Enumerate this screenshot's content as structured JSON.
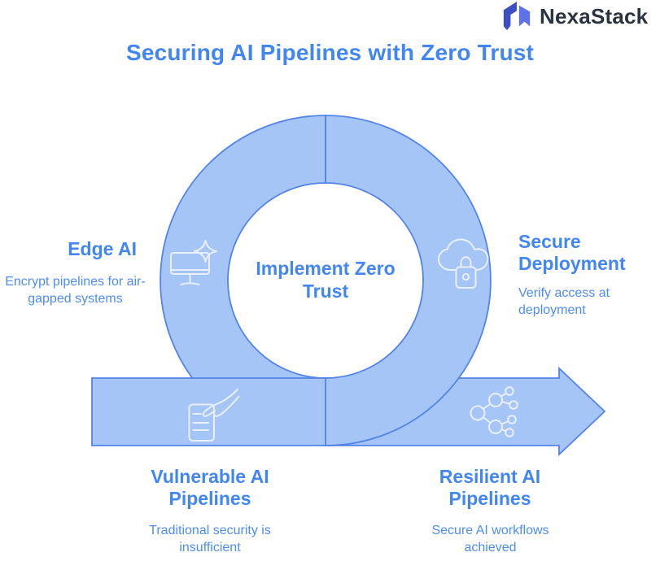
{
  "brand": {
    "name": "NexaStack"
  },
  "title": "Securing AI Pipelines with Zero Trust",
  "center_label": "Implement Zero Trust",
  "stages": [
    {
      "label": "Edge AI",
      "description": "Encrypt pipelines for air-gapped systems",
      "icon": "monitor-sparkle-icon"
    },
    {
      "label": "Secure Deployment",
      "description": "Verify access at deployment",
      "icon": "cloud-lock-icon"
    },
    {
      "label": "Vulnerable AI Pipelines",
      "description": "Traditional security is insufficient",
      "icon": "document-hand-icon"
    },
    {
      "label": "Resilient AI Pipelines",
      "description": "Secure AI workflows achieved",
      "icon": "network-nodes-icon"
    }
  ],
  "colors": {
    "accent": "#4285f4",
    "subtitle": "#4d8df6",
    "shape_fill": "#a6c5f7",
    "shape_stroke": "#5385e8",
    "icon_stroke": "#e9f0fd",
    "logo_dark": "#3d4fc3",
    "logo_light": "#5d72e8",
    "brand_text": "#2a3441"
  }
}
